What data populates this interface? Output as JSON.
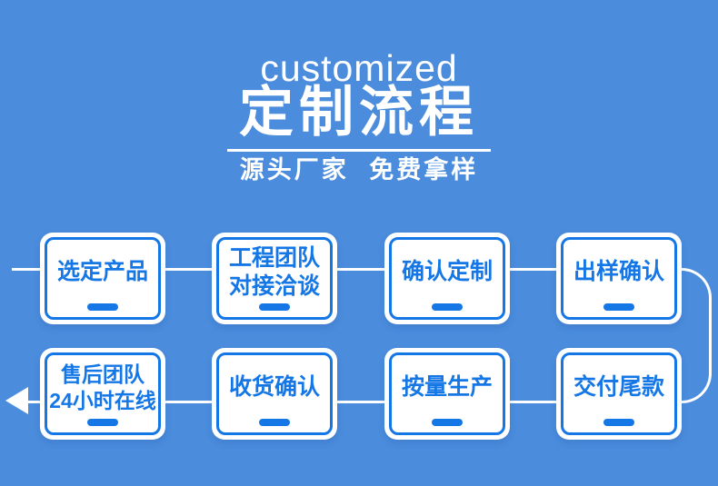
{
  "theme": {
    "background_color": "#4b8cdd",
    "accent_blue": "#1577e6",
    "box_background": "#ffffff",
    "line_color": "#ffffff"
  },
  "header": {
    "title_en": "customized",
    "title_zh": "定制流程",
    "subtitle": "源头厂家 免费拿样"
  },
  "flow": {
    "steps": [
      {
        "label": "选定产品"
      },
      {
        "label": "工程团队\n对接洽谈"
      },
      {
        "label": "确认定制"
      },
      {
        "label": "出样确认"
      },
      {
        "label": "售后团队\n24小时在线"
      },
      {
        "label": "收货确认"
      },
      {
        "label": "按量生产"
      },
      {
        "label": "交付尾款"
      }
    ]
  }
}
